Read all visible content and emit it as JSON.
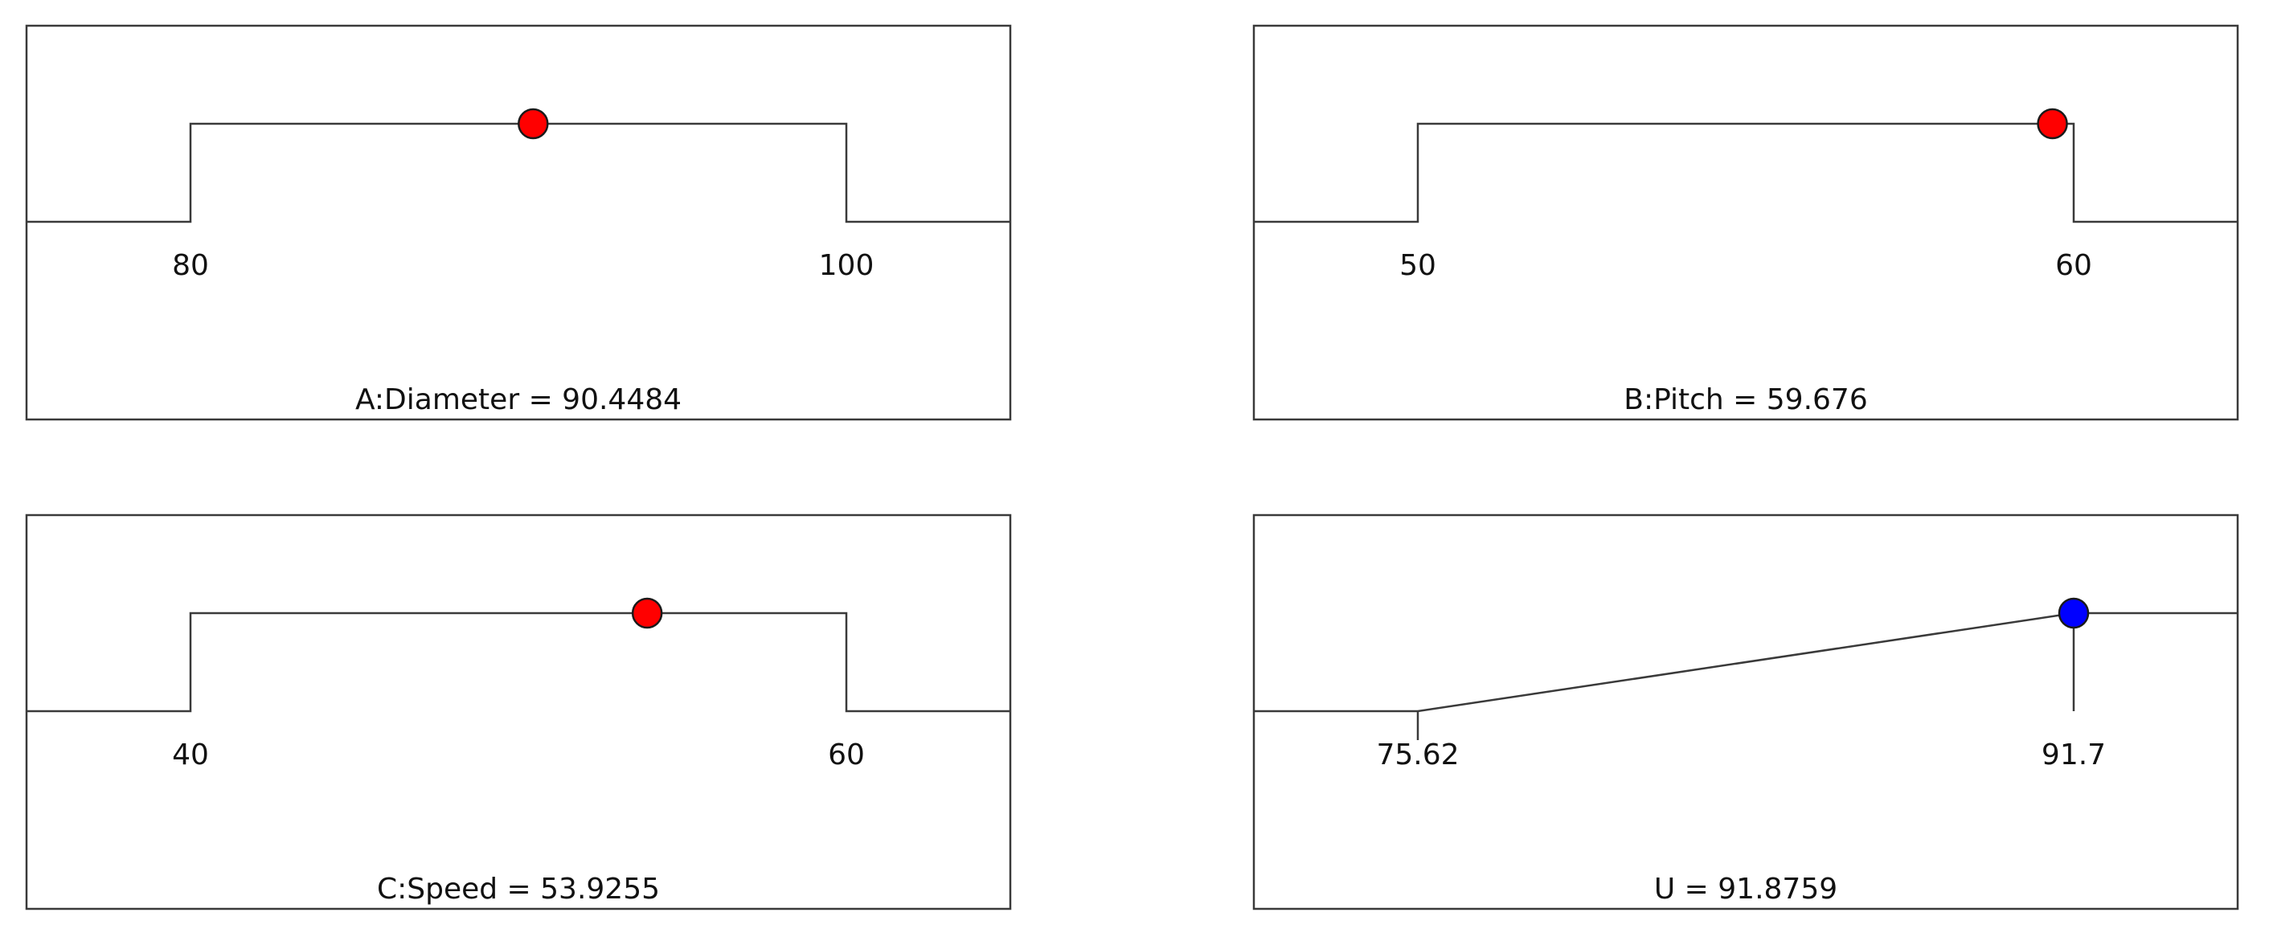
{
  "chart_data": [
    {
      "type": "line",
      "label": "A:Diameter = 90.4484",
      "variable": "A:Diameter",
      "current_value": 90.4484,
      "goal": "in range",
      "low": 80,
      "high": 100,
      "tick_labels": [
        "80",
        "100"
      ],
      "marker_color": "#ff0000"
    },
    {
      "type": "line",
      "label": "B:Pitch = 59.676",
      "variable": "B:Pitch",
      "current_value": 59.676,
      "goal": "in range",
      "low": 50,
      "high": 60,
      "tick_labels": [
        "50",
        "60"
      ],
      "marker_color": "#ff0000"
    },
    {
      "type": "line",
      "label": "C:Speed = 53.9255",
      "variable": "C:Speed",
      "current_value": 53.9255,
      "goal": "in range",
      "low": 40,
      "high": 60,
      "tick_labels": [
        "40",
        "60"
      ],
      "marker_color": "#ff0000"
    },
    {
      "type": "line",
      "label": "U = 91.8759",
      "variable": "U",
      "current_value": 91.8759,
      "goal": "maximize",
      "low": 75.62,
      "high": 91.7,
      "tick_labels": [
        "75.62",
        "91.7"
      ],
      "marker_color": "#0000ff"
    }
  ]
}
